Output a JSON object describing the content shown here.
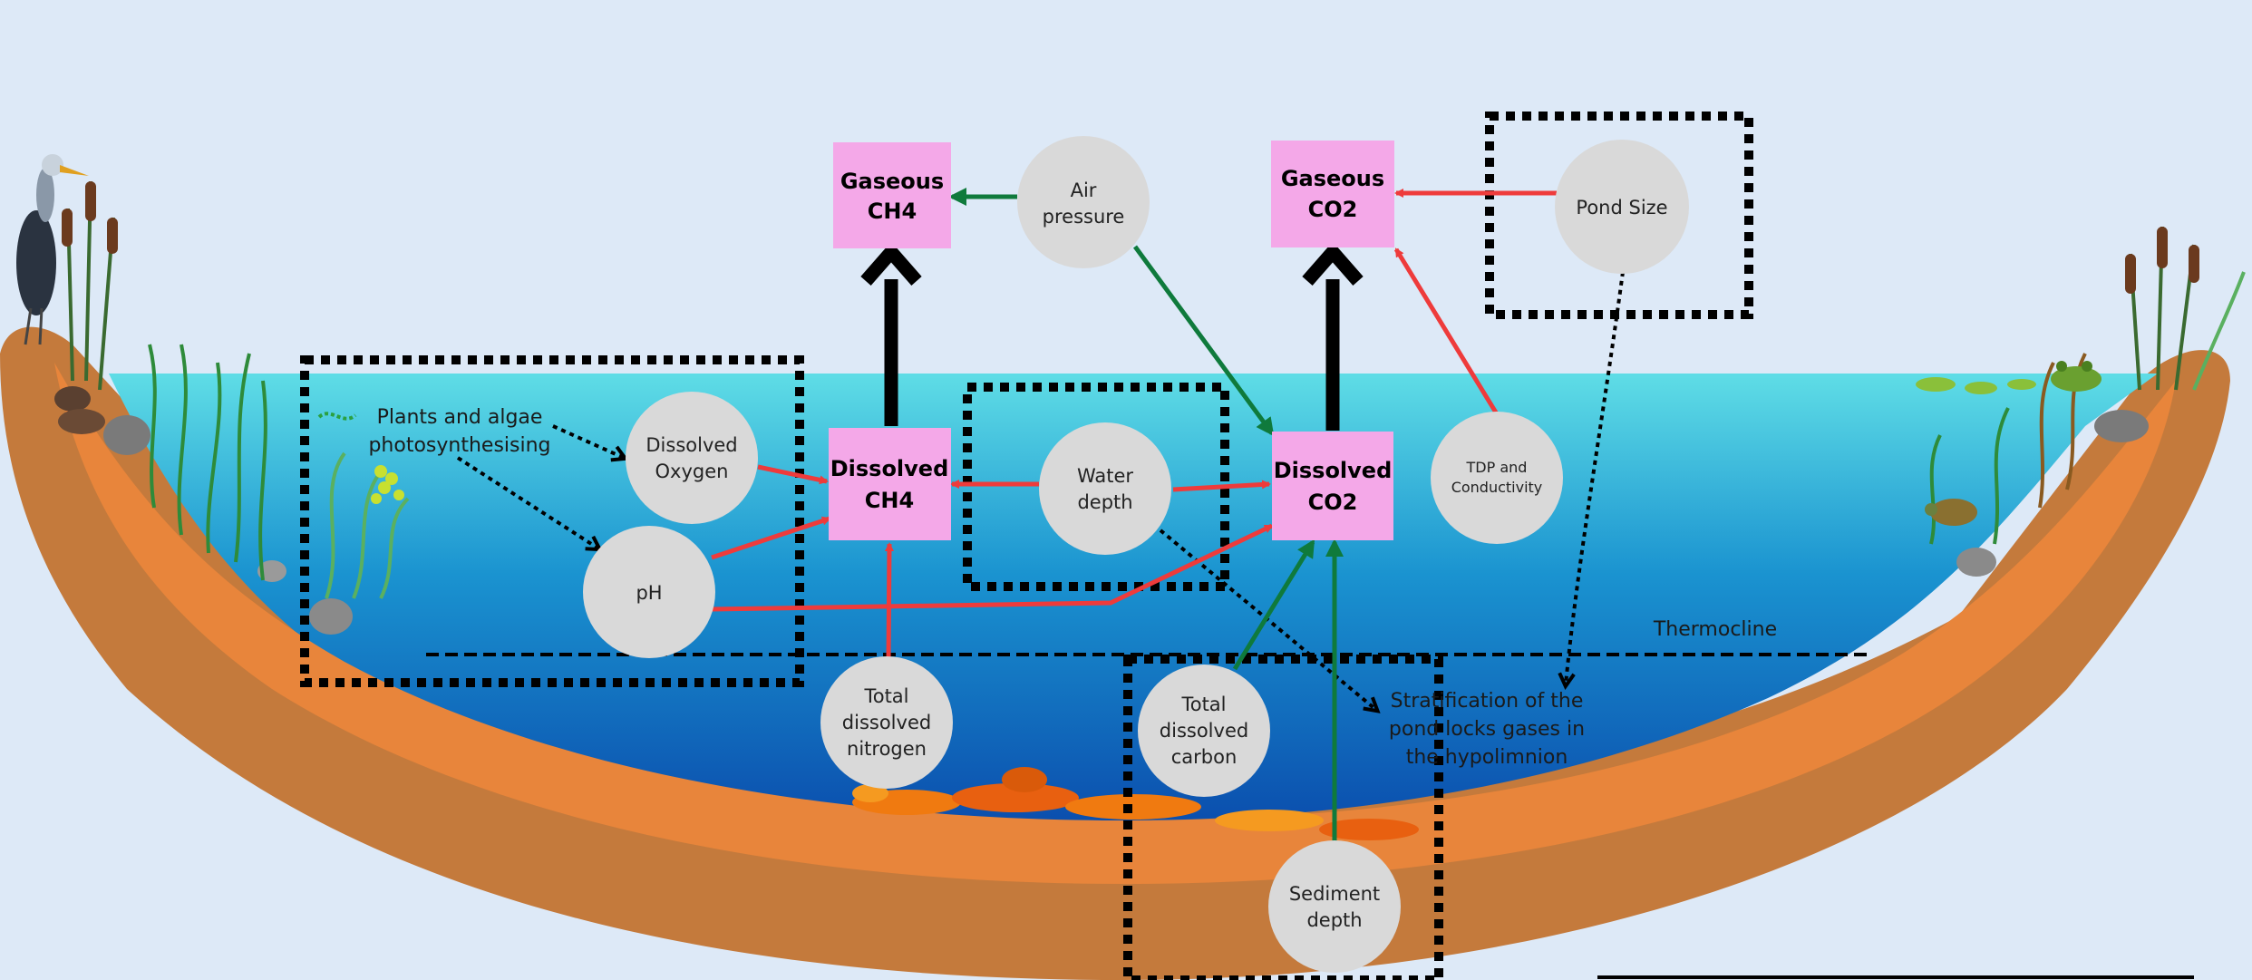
{
  "diagram": {
    "background": "#dde9f7",
    "colors": {
      "water_top": "#5fdde6",
      "water_bottom": "#0b4fae",
      "soil_outer": "#c47a3c",
      "soil_inner": "#e8853b",
      "node_gray": "#d9d9d9",
      "box_pink": "#f4a8e8",
      "arrow_red": "#ee3b3b",
      "arrow_green": "#0f7a3c",
      "arrow_black": "#000000"
    },
    "nodes": {
      "gaseous_ch4": [
        "Gaseous",
        "CH4"
      ],
      "gaseous_co2": [
        "Gaseous",
        "CO2"
      ],
      "dissolved_ch4": [
        "Dissolved",
        "CH4"
      ],
      "dissolved_co2": [
        "Dissolved",
        "CO2"
      ],
      "air_pressure": [
        "Air",
        "pressure"
      ],
      "pond_size": [
        "Pond Size"
      ],
      "dissolved_oxygen": [
        "Dissolved",
        "Oxygen"
      ],
      "ph": [
        "pH"
      ],
      "water_depth": [
        "Water",
        "depth"
      ],
      "tdp_conductivity": [
        "TDP and",
        "Conductivity"
      ],
      "total_dissolved_nitrogen": [
        "Total",
        "dissolved",
        "nitrogen"
      ],
      "total_dissolved_carbon": [
        "Total",
        "dissolved",
        "carbon"
      ],
      "sediment_depth": [
        "Sediment",
        "depth"
      ]
    },
    "labels": {
      "plants_algae": [
        "Plants and algae",
        "photosynthesising"
      ],
      "thermocline": "Thermocline",
      "stratification": [
        "Stratification of the",
        "pond locks gases in",
        "the hypolimnion"
      ]
    },
    "icons": [
      "heron-icon",
      "cattail-icon",
      "waterweed-icon",
      "lily-pad-icon",
      "frog-icon",
      "turtle-icon",
      "rock-icon",
      "fallen-leaves-icon",
      "algae-icon"
    ]
  }
}
